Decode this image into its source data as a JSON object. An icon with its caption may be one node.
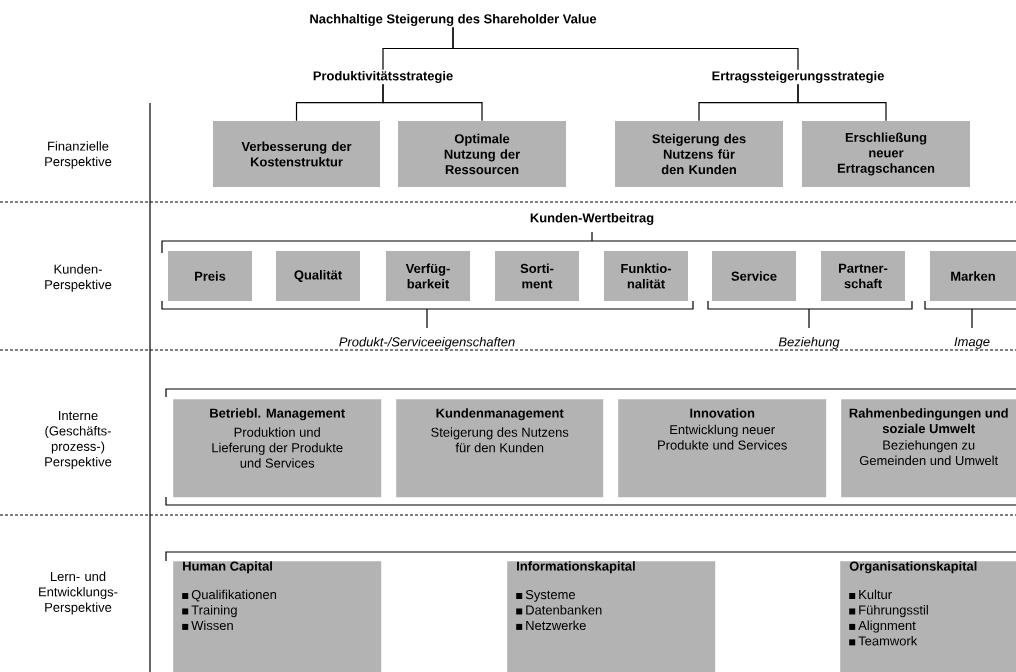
{
  "diagram": {
    "nodes": [
      {
        "text": [
          "Nachhaltige Steigerung des Shareholder Value"
        ]
      },
      {
        "text": [
          "Produktivitätsstrategie"
        ]
      },
      {
        "text": [
          "Ertragssteigerungsstrategie"
        ]
      },
      {
        "text": [
          "Verbesserung der Kostenstruktur"
        ]
      },
      {
        "text": [
          "Optimale Nutzung der Ressourcen"
        ]
      },
      {
        "text": [
          "Steigerung des Nutzens für den Kunden"
        ]
      },
      {
        "text": [
          "Erschließung neuer Ertragschancen"
        ]
      },
      {
        "text": [
          "Preis"
        ]
      },
      {
        "text": [
          "Qualität"
        ]
      },
      {
        "text": [
          "Verfüg-barkeit"
        ]
      },
      {
        "text": [
          "Sorti-ment"
        ]
      },
      {
        "text": [
          "Funktio-nalität"
        ]
      },
      {
        "text": [
          "Service"
        ]
      },
      {
        "text": [
          "Partner-schaft"
        ]
      },
      {
        "text": [
          "Marken"
        ]
      },
      {
        "text": [
          "Betriebl. Management",
          "Produktion und Lieferung der Produkte und Services"
        ]
      },
      {
        "text": [
          "Kundenmanagement",
          "Steigerung des Nutzens für den Kunden"
        ]
      },
      {
        "text": [
          "Innovation",
          "Entwicklung neuer Produkte und Services"
        ]
      },
      {
        "text": [
          "Rahmenbedingungen und soziale Umwelt",
          "Beziehungen zu Gemeinden und Umwelt"
        ]
      },
      {
        "text": [
          "Human Capital",
          "Qualifikationen",
          "Training",
          "Wissen"
        ]
      },
      {
        "text": [
          "Informationskapital",
          "Systeme",
          "Datenbanken",
          "Netzwerke"
        ]
      },
      {
        "text": [
          "Organisationskapital",
          "Kultur",
          "Führungsstil",
          "Alignment",
          "Teamwork"
        ]
      }
    ],
    "edges": [
      {
        "from": 0,
        "to": 1,
        "arrow": "none"
      },
      {
        "from": 0,
        "to": 2,
        "arrow": "none"
      },
      {
        "from": 1,
        "to": 3,
        "arrow": "none"
      },
      {
        "from": 1,
        "to": 4,
        "arrow": "none"
      },
      {
        "from": 2,
        "to": 5,
        "arrow": "none"
      },
      {
        "from": 2,
        "to": 6,
        "arrow": "none"
      }
    ],
    "labels": [
      "Finanzielle Perspektive",
      "Kunden-Wertbeitrag",
      "Kunden-Perspektive",
      "Produkt-/Serviceeigenschaften",
      "Beziehung",
      "Image",
      "Interne (Geschäfts-prozess-) Perspektive",
      "Lern- und Entwicklungs-Perspektive"
    ]
  }
}
